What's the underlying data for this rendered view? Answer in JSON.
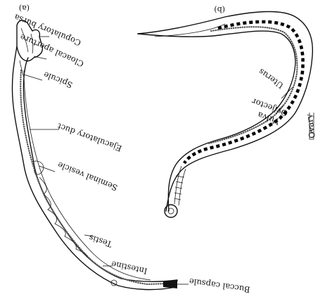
{
  "panels": {
    "a": "(a)",
    "b": "(b)"
  },
  "labels": {
    "copulatory_bursa": "Copulatory bursa",
    "cloacal_aperture": "Cloacal aperture",
    "spicule": "Spicule",
    "ejaculatory_duct": "Ejaculatory duct",
    "seminal_vesicle": "Seminal vesicle",
    "testis": "Testis",
    "intestine": "Intestine",
    "buccal_capsule": "Buccal capsule",
    "uterus": "Uterus",
    "ovijector": "Ovijector",
    "vulva": "Vulva",
    "ovary": "Ovary"
  }
}
